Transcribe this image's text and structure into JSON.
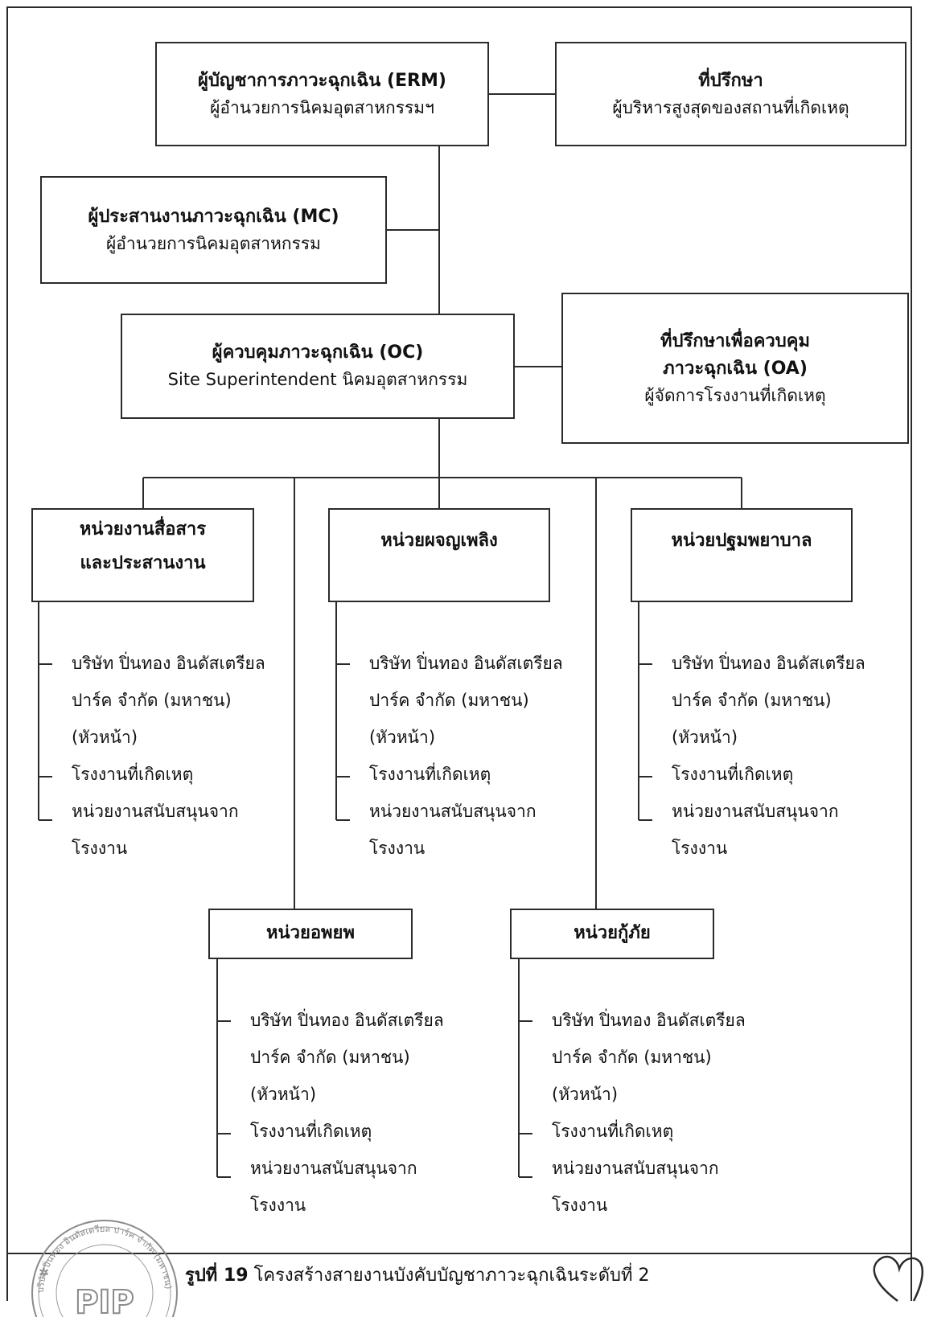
{
  "erm": {
    "title": "ผู้บัญชาการภาวะฉุกเฉิน (ERM)",
    "sub": "ผู้อำนวยการนิคมอุตสาหกรรมฯ"
  },
  "advisor": {
    "title": "ที่ปรึกษา",
    "sub": "ผู้บริหารสูงสุดของสถานที่เกิดเหตุ"
  },
  "mc": {
    "title": "ผู้ประสานงานภาวะฉุกเฉิน (MC)",
    "sub": "ผู้อำนวยการนิคมอุตสาหกรรม"
  },
  "oc": {
    "title": "ผู้ควบคุมภาวะฉุกเฉิน (OC)",
    "sub": "Site Superintendent นิคมอุตสาหกรรม"
  },
  "oa": {
    "title_line1": "ที่ปรึกษาเพื่อควบคุม",
    "title_line2": "ภาวะฉุกเฉิน (OA)",
    "sub": "ผู้จัดการโรงงานที่เกิดเหตุ"
  },
  "units": {
    "comm": {
      "title_line1": "หน่วยงานสื่อสาร",
      "title_line2": "และประสานงาน"
    },
    "fire": {
      "title": "หน่วยผจญเพลิง"
    },
    "firstaid": {
      "title": "หน่วยปฐมพยาบาล"
    },
    "evac": {
      "title": "หน่วยอพยพ"
    },
    "rescue": {
      "title": "หน่วยกู้ภัย"
    }
  },
  "members": {
    "line1": "บริษัท ปิ่นทอง อินดัสเตรียล",
    "line2": "ปาร์ค จำกัด (มหาชน)",
    "line3": "(หัวหน้า)",
    "line4": "โรงงานที่เกิดเหตุ",
    "line5": "หน่วยงานสนับสนุนจาก",
    "line6": "โรงงาน"
  },
  "caption": {
    "figure": "รูปที่ 19",
    "text": "โครงสร้างสายงานบังคับบัญชาภาวะฉุกเฉินระดับที่ 2"
  },
  "stamp": {
    "ring_text": "บริษัท ปิ่นทอง อินดัสเตรียล ปาร์ค จำกัด (มหาชน)",
    "logo": "PIP"
  }
}
